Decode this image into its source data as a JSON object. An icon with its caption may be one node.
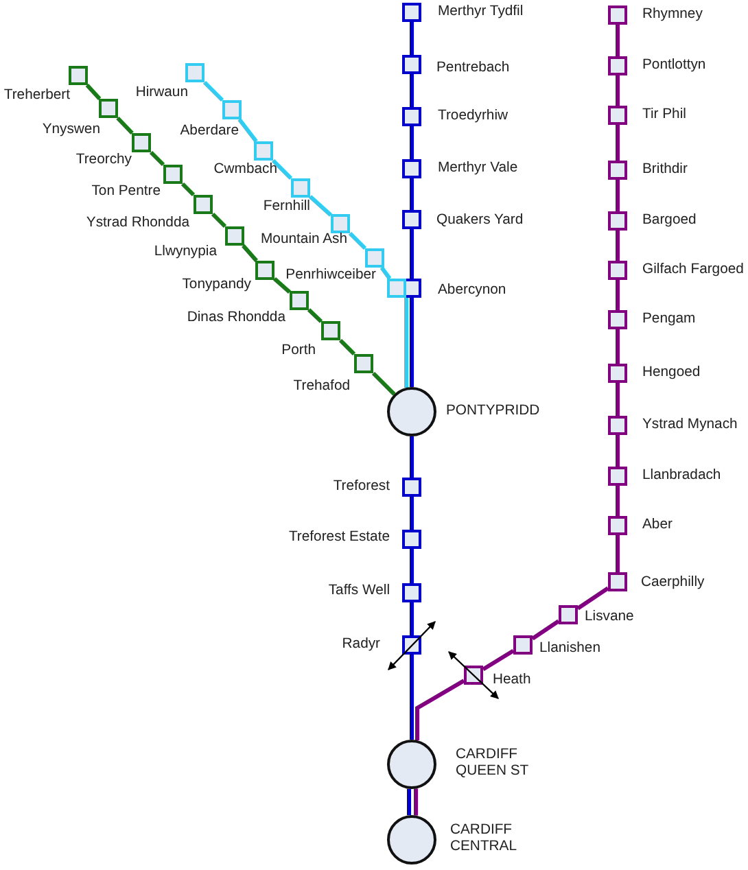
{
  "diagram": {
    "nodes": [
      {
        "text": [
          "Merthyr Tydfil"
        ]
      },
      {
        "text": [
          "Pentrebach"
        ]
      },
      {
        "text": [
          "Troedyrhiw"
        ]
      },
      {
        "text": [
          "Merthyr Vale"
        ]
      },
      {
        "text": [
          "Quakers Yard"
        ]
      },
      {
        "text": [
          "Abercynon"
        ]
      },
      {
        "text": [
          "PONTYPRIDD"
        ]
      },
      {
        "text": [
          "Treforest"
        ]
      },
      {
        "text": [
          "Treforest Estate"
        ]
      },
      {
        "text": [
          "Taffs Well"
        ]
      },
      {
        "text": [
          "Radyr"
        ]
      },
      {
        "text": [
          "CARDIFF QUEEN ST"
        ]
      },
      {
        "text": [
          "CARDIFF CENTRAL"
        ]
      },
      {
        "text": [
          "Rhymney"
        ]
      },
      {
        "text": [
          "Pontlottyn"
        ]
      },
      {
        "text": [
          "Tir Phil"
        ]
      },
      {
        "text": [
          "Brithdir"
        ]
      },
      {
        "text": [
          "Bargoed"
        ]
      },
      {
        "text": [
          "Gilfach Fargoed"
        ]
      },
      {
        "text": [
          "Pengam"
        ]
      },
      {
        "text": [
          "Hengoed"
        ]
      },
      {
        "text": [
          "Ystrad Mynach"
        ]
      },
      {
        "text": [
          "Llanbradach"
        ]
      },
      {
        "text": [
          "Aber"
        ]
      },
      {
        "text": [
          "Caerphilly"
        ]
      },
      {
        "text": [
          "Lisvane"
        ]
      },
      {
        "text": [
          "Llanishen"
        ]
      },
      {
        "text": [
          "Heath"
        ]
      },
      {
        "text": [
          "Hirwaun"
        ]
      },
      {
        "text": [
          "Aberdare"
        ]
      },
      {
        "text": [
          "Cwmbach"
        ]
      },
      {
        "text": [
          "Fernhill"
        ]
      },
      {
        "text": [
          "Mountain Ash"
        ]
      },
      {
        "text": [
          "Penrhiwceiber"
        ]
      },
      {
        "text": [],
        "shape": "box"
      },
      {
        "text": [
          "Treherbert"
        ]
      },
      {
        "text": [
          "Ynyswen"
        ]
      },
      {
        "text": [
          "Treorchy"
        ]
      },
      {
        "text": [
          "Ton Pentre"
        ]
      },
      {
        "text": [
          "Ystrad Rhondda"
        ]
      },
      {
        "text": [
          "Llwynypia"
        ]
      },
      {
        "text": [
          "Tonypandy"
        ]
      },
      {
        "text": [
          "Dinas Rhondda"
        ]
      },
      {
        "text": [
          "Porth"
        ]
      },
      {
        "text": [
          "Trehafod"
        ]
      }
    ],
    "edges": [
      {
        "from": 0,
        "to": 1,
        "arrow": "none",
        "color": "#0000cc"
      },
      {
        "from": 1,
        "to": 2,
        "arrow": "none",
        "color": "#0000cc"
      },
      {
        "from": 2,
        "to": 3,
        "arrow": "none",
        "color": "#0000cc"
      },
      {
        "from": 3,
        "to": 4,
        "arrow": "none",
        "color": "#0000cc"
      },
      {
        "from": 4,
        "to": 5,
        "arrow": "none",
        "color": "#0000cc"
      },
      {
        "from": 5,
        "to": 6,
        "arrow": "none",
        "color": "#0000cc"
      },
      {
        "from": 6,
        "to": 7,
        "arrow": "none",
        "color": "#0000cc"
      },
      {
        "from": 7,
        "to": 8,
        "arrow": "none",
        "color": "#0000cc"
      },
      {
        "from": 8,
        "to": 9,
        "arrow": "none",
        "color": "#0000cc"
      },
      {
        "from": 9,
        "to": 10,
        "arrow": "none",
        "color": "#0000cc"
      },
      {
        "from": 10,
        "to": 11,
        "arrow": "none",
        "color": "#0000cc"
      },
      {
        "from": 11,
        "to": 12,
        "arrow": "none",
        "color": "#0000cc"
      },
      {
        "from": 13,
        "to": 14,
        "arrow": "none"
      },
      {
        "from": 14,
        "to": 15,
        "arrow": "none"
      },
      {
        "from": 15,
        "to": 16,
        "arrow": "none"
      },
      {
        "from": 16,
        "to": 17,
        "arrow": "none"
      },
      {
        "from": 17,
        "to": 18,
        "arrow": "none"
      },
      {
        "from": 18,
        "to": 19,
        "arrow": "none"
      },
      {
        "from": 19,
        "to": 20,
        "arrow": "none"
      },
      {
        "from": 20,
        "to": 21,
        "arrow": "none"
      },
      {
        "from": 21,
        "to": 22,
        "arrow": "none"
      },
      {
        "from": 22,
        "to": 23,
        "arrow": "none"
      },
      {
        "from": 23,
        "to": 24,
        "arrow": "none"
      },
      {
        "from": 24,
        "to": 25,
        "arrow": "none"
      },
      {
        "from": 25,
        "to": 26,
        "arrow": "none"
      },
      {
        "from": 26,
        "to": 27,
        "arrow": "none"
      },
      {
        "from": 27,
        "to": 11,
        "arrow": "none"
      },
      {
        "from": 11,
        "to": 12,
        "arrow": "none"
      },
      {
        "from": 28,
        "to": 29,
        "arrow": "none",
        "color": "#33ccf0"
      },
      {
        "from": 29,
        "to": 30,
        "arrow": "none",
        "color": "#33ccf0"
      },
      {
        "from": 30,
        "to": 31,
        "arrow": "none",
        "color": "#33ccf0"
      },
      {
        "from": 31,
        "to": 32,
        "arrow": "none",
        "color": "#33ccf0"
      },
      {
        "from": 32,
        "to": 33,
        "arrow": "none",
        "color": "#33ccf0"
      },
      {
        "from": 33,
        "to": 34,
        "arrow": "none",
        "color": "#33ccf0"
      },
      {
        "from": 34,
        "to": 6,
        "arrow": "none",
        "color": "#33ccf0"
      },
      {
        "from": 35,
        "to": 36,
        "arrow": "none",
        "color": "#1a7a1a"
      },
      {
        "from": 36,
        "to": 37,
        "arrow": "none",
        "color": "#1a7a1a"
      },
      {
        "from": 37,
        "to": 38,
        "arrow": "none",
        "color": "#1a7a1a"
      },
      {
        "from": 38,
        "to": 39,
        "arrow": "none",
        "color": "#1a7a1a"
      },
      {
        "from": 39,
        "to": 40,
        "arrow": "none",
        "color": "#1a7a1a"
      },
      {
        "from": 40,
        "to": 41,
        "arrow": "none",
        "color": "#1a7a1a"
      },
      {
        "from": 41,
        "to": 42,
        "arrow": "none",
        "color": "#1a7a1a"
      },
      {
        "from": 42,
        "to": 43,
        "arrow": "none",
        "color": "#1a7a1a"
      },
      {
        "from": 43,
        "to": 44,
        "arrow": "none",
        "color": "#1a7a1a"
      },
      {
        "from": 44,
        "to": 6,
        "arrow": "none",
        "color": "#1a7a1a"
      }
    ]
  }
}
